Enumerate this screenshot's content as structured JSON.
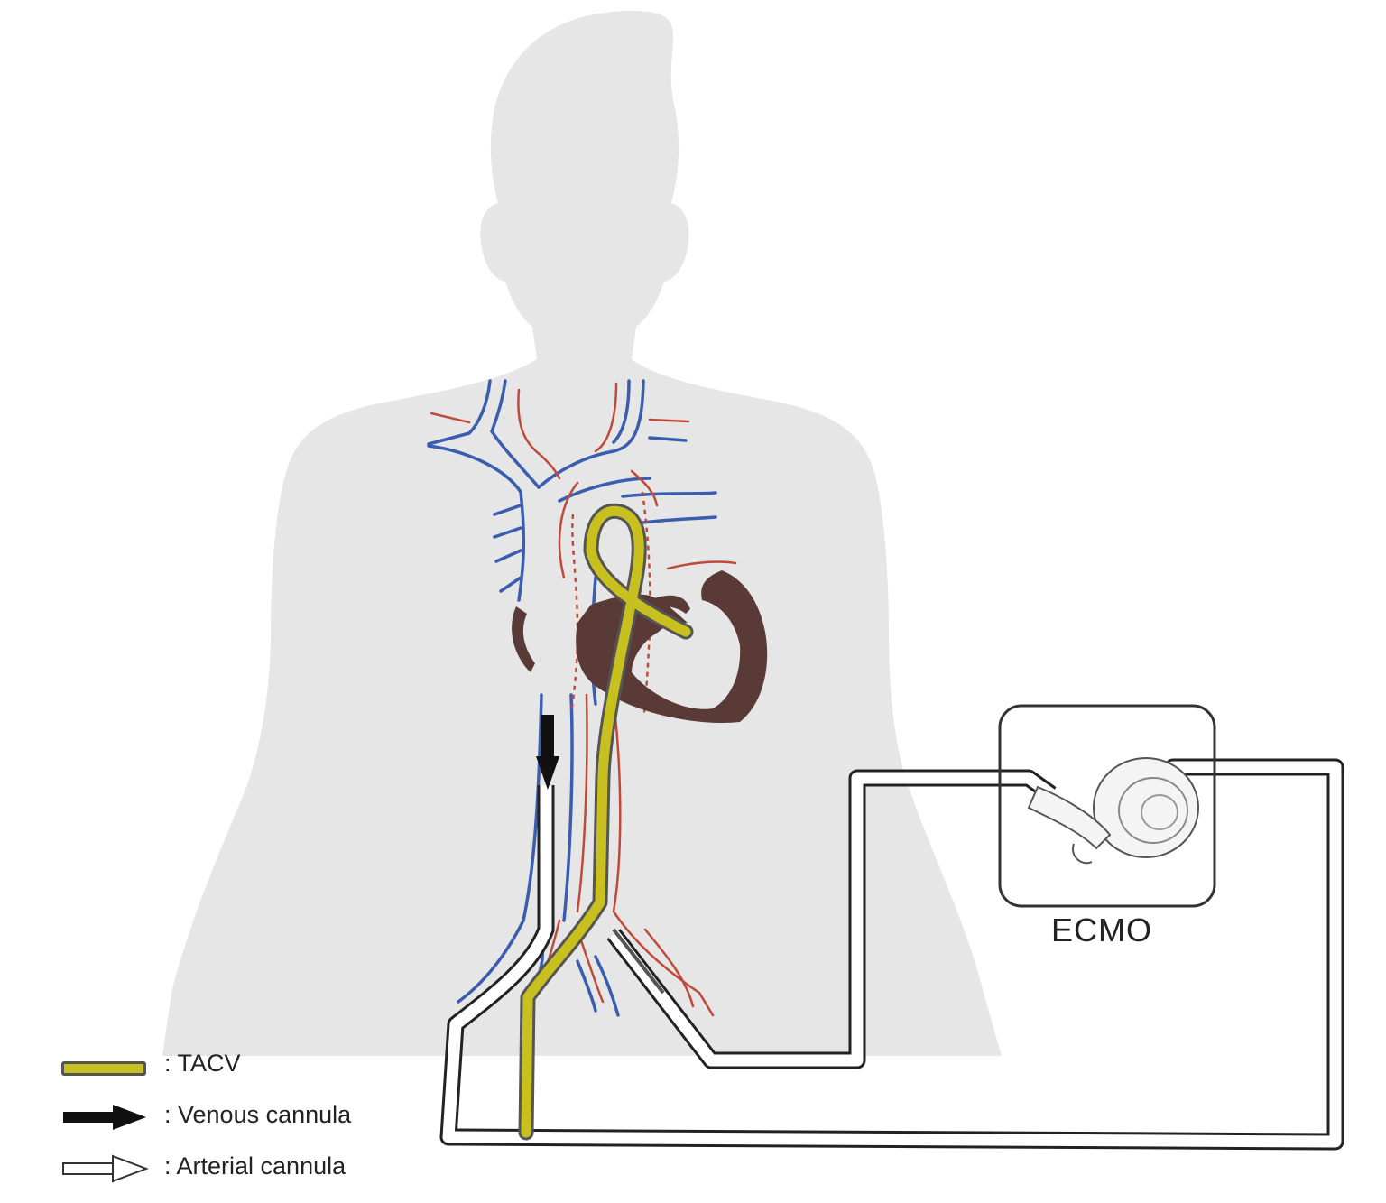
{
  "ecmo_label": "ECMO",
  "legend": {
    "items": [
      {
        "text": ": TACV",
        "symbol": "tacv-line",
        "color": "#c8c01f"
      },
      {
        "text": ": Venous cannula",
        "symbol": "black-arrow",
        "color": "#111111"
      },
      {
        "text": ": Arterial cannula",
        "symbol": "white-arrow",
        "color": "#ffffff"
      }
    ]
  },
  "colors": {
    "silhouette": "#e6e6e6",
    "vein": "#3b5db0",
    "artery": "#c04a38",
    "heart": "#5a3a36",
    "tacv": "#c8c01f",
    "circuit": "#222222"
  }
}
